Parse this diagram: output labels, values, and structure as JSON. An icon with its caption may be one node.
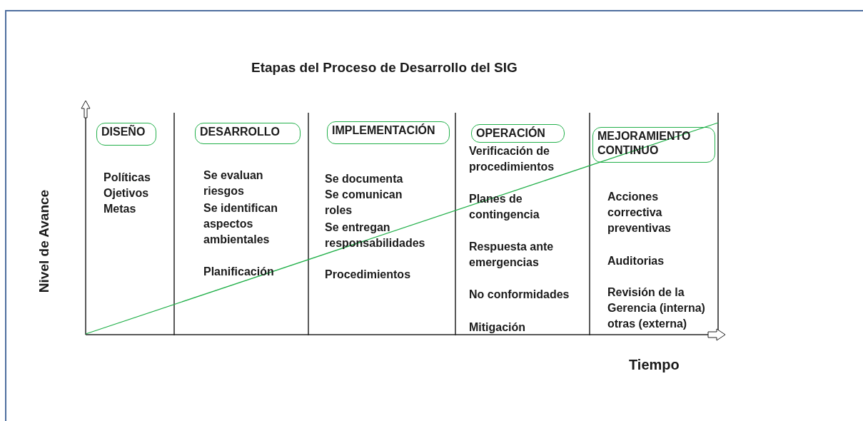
{
  "diagram": {
    "title": "Etapas del Proceso de Desarrollo del SIG",
    "nodes": [
      {
        "text": [
          "DISEÑO"
        ]
      },
      {
        "text": [
          "DESARROLLO"
        ]
      },
      {
        "text": [
          "IMPLEMENTACIÓN"
        ]
      },
      {
        "text": [
          "OPERACIÓN"
        ]
      },
      {
        "text": [
          "MEJORAMIENTO CONTINUO"
        ]
      }
    ],
    "labels": [
      "Políticas",
      "Ojetivos",
      "Metas",
      "Se evaluan riesgos",
      "Se identifican aspectos ambientales",
      "Planificación",
      "Se documenta",
      "Se comunican roles",
      "Se entregan responsabilidades",
      "Procedimientos",
      "Verificación de procedimientos",
      "Planes de contingencia",
      "Respuesta ante emergencias",
      "No conformidades",
      "Mitigación",
      "Acciones correctiva preventivas",
      "Auditorias",
      "Revisión de la Gerencia (interna) otras (externa)",
      "Nivel de Avance",
      "Tiempo"
    ]
  }
}
